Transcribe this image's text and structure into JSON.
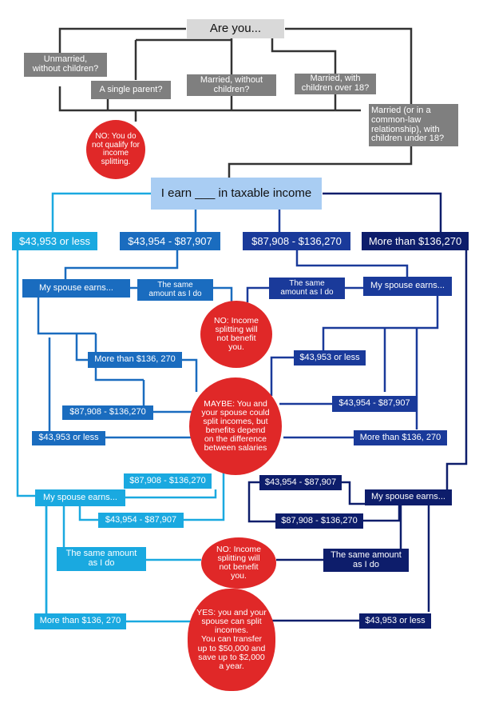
{
  "colors": {
    "gray": "#7f7f7f",
    "light_gray": "#d9d9d9",
    "income_box": "#a9cdf3",
    "light_blue": "#1aa9e0",
    "medium_blue": "#1a6cbf",
    "dark_blue": "#1a3a9a",
    "navy": "#0d1d6b",
    "red": "#e02828",
    "line_gray": "#333333"
  },
  "question": "Are you...",
  "statuses": {
    "unmarried": "Unmarried,\nwithout children?",
    "single_parent": "A single parent?",
    "married_no_children": "Married, without\nchildren?",
    "married_over_18": "Married, with\nchildren over 18?",
    "married_under_18": "Married (or in a\ncommon-law\nrelationship), with\nchildren under 18?"
  },
  "no_qualify": "NO: You do\nnot qualify for\nincome\nsplitting.",
  "income_question": "I earn ___ in taxable income",
  "income_brackets": {
    "b1": "$43,953 or less",
    "b2": "$43,954 - $87,907",
    "b3": "$87,908 - $136,270",
    "b4": "More than $136,270"
  },
  "spouse_earns": "My spouse earns...",
  "same_amount": "The same\namount as I do",
  "same_amount_wide": "The same amount\nas I do",
  "no_benefit": "NO: Income\nsplitting will\nnot benefit\nyou.",
  "maybe": "MAYBE: You and\nyour spouse could\nsplit incomes, but\nbenefits depend\non the difference\nbetween salaries",
  "yes": "YES: you and your\nspouse can split\nincomes.\nYou can transfer\nup to $50,000 and\nsave up to $2,000\na year.",
  "spouse_amounts": {
    "more_than_a": "More than $136, 270",
    "more_than_b": "More than $136, 270",
    "r3_a": "$87,908 - $136,270",
    "r3_b": "$87,908 - $136,270",
    "r3_c": "$87,908 - $136,270",
    "r1_a": "$43,953 or less",
    "r1_b": "$43,953 or less",
    "r1_c": "$43,953 or less",
    "r2_a": "$43,954 - $87,907",
    "r2_b": "$43,954 - $87,907",
    "r2_c": "$43,954 - $87,907",
    "more_than_c": "More than $136, 270"
  }
}
